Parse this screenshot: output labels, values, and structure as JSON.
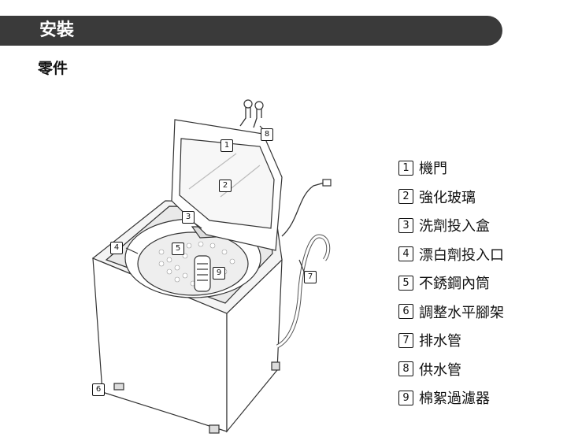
{
  "header": {
    "title": "安裝"
  },
  "section": {
    "subtitle": "零件"
  },
  "legend": [
    {
      "num": "1",
      "label": "機門"
    },
    {
      "num": "2",
      "label": "強化玻璃"
    },
    {
      "num": "3",
      "label": "洗劑投入盒"
    },
    {
      "num": "4",
      "label": "漂白劑投入口"
    },
    {
      "num": "5",
      "label": "不銹鋼內筒"
    },
    {
      "num": "6",
      "label": "調整水平腳架"
    },
    {
      "num": "7",
      "label": "排水管"
    },
    {
      "num": "8",
      "label": "供水管"
    },
    {
      "num": "9",
      "label": "棉絮過濾器"
    }
  ],
  "callouts": [
    "1",
    "2",
    "3",
    "4",
    "5",
    "6",
    "7",
    "8",
    "9"
  ]
}
